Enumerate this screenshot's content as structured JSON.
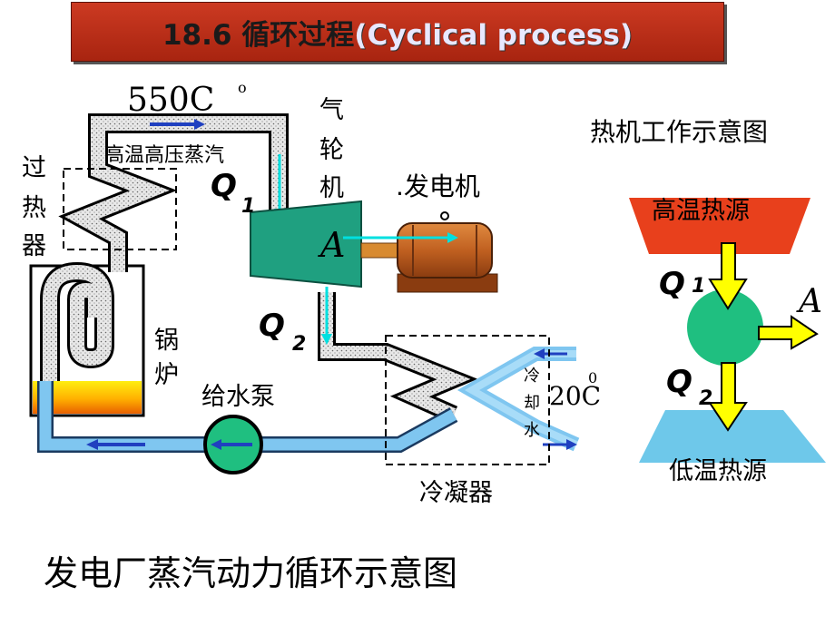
{
  "title": {
    "num": "18.6",
    "cn": "循环过程",
    "en": "(Cyclical process)"
  },
  "left": {
    "temp_high": "550C",
    "temp_high_sup": "o",
    "steam": "高温高压蒸汽",
    "superheater": [
      "过",
      "热",
      "器"
    ],
    "turbine": [
      "气",
      "轮",
      "机"
    ],
    "generator": ".发电机",
    "work": "A",
    "q1": "Q",
    "q1_sub": "1",
    "q2": "Q",
    "q2_sub": "2",
    "boiler": [
      "锅",
      "炉"
    ],
    "pump": "给水泵",
    "cooling_water": [
      "冷",
      "却",
      "水"
    ],
    "temp_low": "20C",
    "temp_low_sup": "0",
    "condenser": "冷凝器",
    "caption": "发电厂蒸汽动力循环示意图"
  },
  "right": {
    "title": "热机工作示意图",
    "hot": "高温热源",
    "cold": "低温热源",
    "q1": "Q",
    "q1_sub": "1",
    "q2": "Q",
    "q2_sub": "2",
    "work": "A"
  },
  "colors": {
    "title_bg": "#b8301a",
    "steam_pipe": "#d9d9d9",
    "water_pipe": "#7fc6f0",
    "turbine": "#1fa080",
    "generator": "#c8692a",
    "hot_source": "#e8401c",
    "cold_source": "#6ec8ea",
    "engine": "#1fbf80",
    "arrow_yellow": "#ffff00",
    "cyan_arrow": "#00e0e0",
    "blue_arrow": "#2040c0"
  }
}
